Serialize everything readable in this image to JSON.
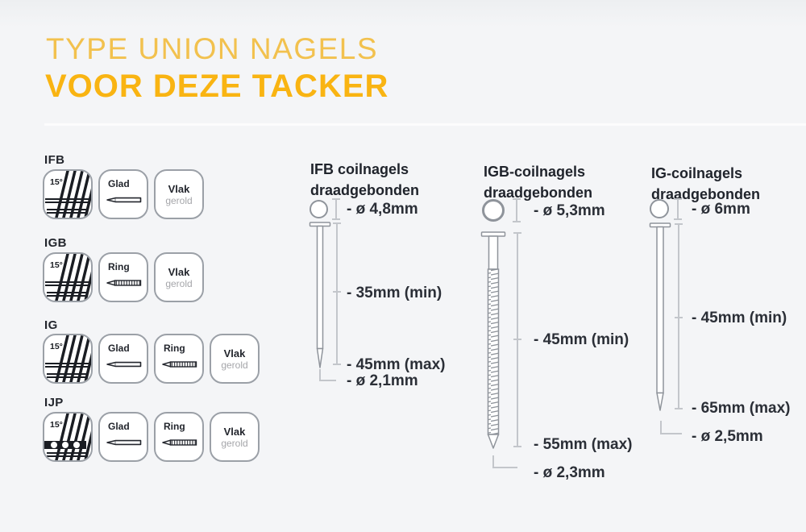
{
  "page": {
    "background": "#f3f4f6"
  },
  "header": {
    "title_line1": "TYPE UNION NAGELS",
    "title_line2": "VOOR DEZE TACKER",
    "title_line1_color": "#f2c14e",
    "title_line2_color": "#f9b412"
  },
  "legend": {
    "types": [
      {
        "code": "IFB",
        "badges": [
          "angle",
          "glad",
          "vlak"
        ]
      },
      {
        "code": "IGB",
        "badges": [
          "angle",
          "ring",
          "vlak"
        ]
      },
      {
        "code": "IG",
        "badges": [
          "angle",
          "glad",
          "ring",
          "vlak"
        ]
      },
      {
        "code": "IJP",
        "badges": [
          "angle_dots",
          "glad",
          "ring",
          "vlak"
        ]
      }
    ],
    "badge_labels": {
      "angle": "15°",
      "glad": "Glad",
      "ring": "Ring",
      "vlak": "Vlak",
      "vlak_sub": "gerold"
    }
  },
  "diagrams": [
    {
      "id": "IFB",
      "title_line1": "IFB coilnagels",
      "title_line2": "draadgebonden",
      "head_diameter": "- ø 4,8mm",
      "length_min": "- 35mm (min)",
      "length_max": "- 45mm (max)",
      "shank_diameter": "- ø 2,1mm",
      "shank_style": "smooth"
    },
    {
      "id": "IGB",
      "title_line1": "IGB-coilnagels",
      "title_line2": "draadgebonden",
      "head_diameter": "- ø 5,3mm",
      "length_min": "- 45mm (min)",
      "length_max": "- 55mm (max)",
      "shank_diameter": "- ø 2,3mm",
      "shank_style": "ringed"
    },
    {
      "id": "IG",
      "title_line1": "IG-coilnagels",
      "title_line2": "draadgebonden",
      "head_diameter": "- ø 6mm",
      "length_min": "- 45mm (min)",
      "length_max": "- 65mm (max)",
      "shank_diameter": "- ø 2,5mm",
      "shank_style": "smooth"
    }
  ]
}
